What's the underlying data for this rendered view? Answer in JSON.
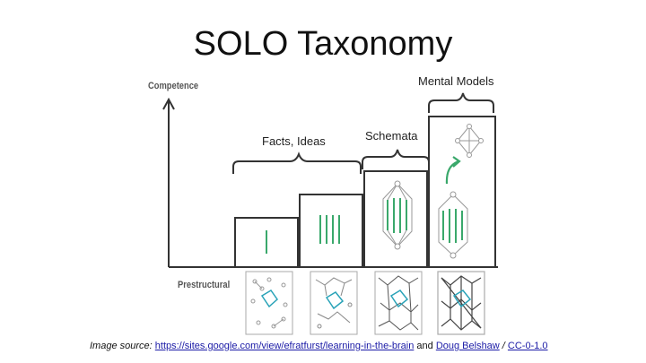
{
  "title": "SOLO Taxonomy",
  "axis": {
    "y_label": "Competence",
    "x_label": "Prestructural"
  },
  "labels": {
    "facts": "Facts, Ideas",
    "schemata": "Schemata",
    "mental_models": "Mental Models"
  },
  "caption": {
    "prefix": "Image source: ",
    "link1": "https://sites.google.com/view/efratfurst/learning-in-the-brain",
    "middle": " and ",
    "link2": "Doug Belshaw",
    "separator": " / ",
    "link3": "CC-0-1.0"
  },
  "colors": {
    "green": "#3aa86b",
    "teal": "#2aa3b8",
    "gray": "#888888",
    "dark": "#333333"
  }
}
